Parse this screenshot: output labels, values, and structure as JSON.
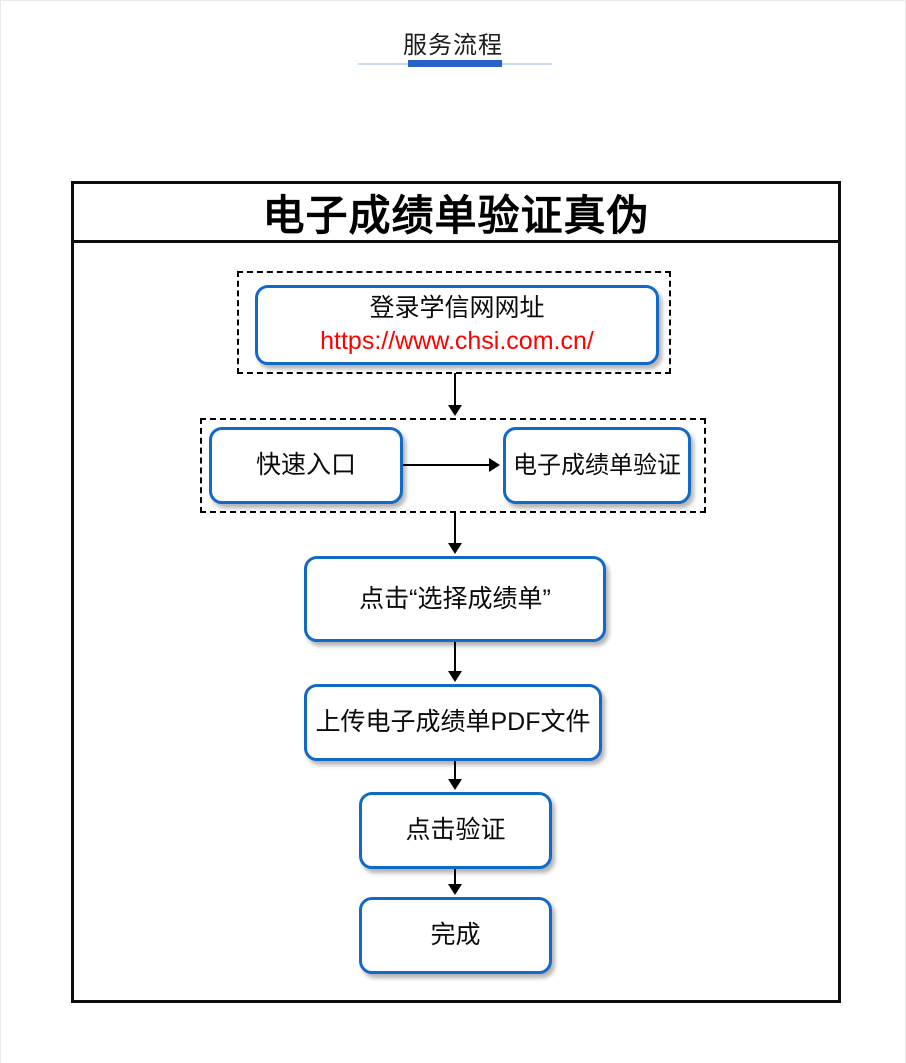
{
  "header": {
    "title": "服务流程"
  },
  "diagram": {
    "title": "电子成绩单验证真伪",
    "steps": {
      "login": {
        "label": "登录学信网网址",
        "url": "https://www.chsi.com.cn/"
      },
      "quick_entry": {
        "label": "快速入口"
      },
      "verify_entry": {
        "label": "电子成绩单验证"
      },
      "select_transcript": {
        "label": "点击“选择成绩单”"
      },
      "upload_pdf": {
        "label": "上传电子成绩单PDF文件"
      },
      "click_verify": {
        "label": "点击验证"
      },
      "done": {
        "label": "完成"
      }
    },
    "colors": {
      "box_border_blue": "#1169ca",
      "url_red": "#fe0000",
      "underline_blue": "#2a63c6",
      "underline_light": "#c9d8ef",
      "frame_black": "#0d0d0d"
    }
  }
}
